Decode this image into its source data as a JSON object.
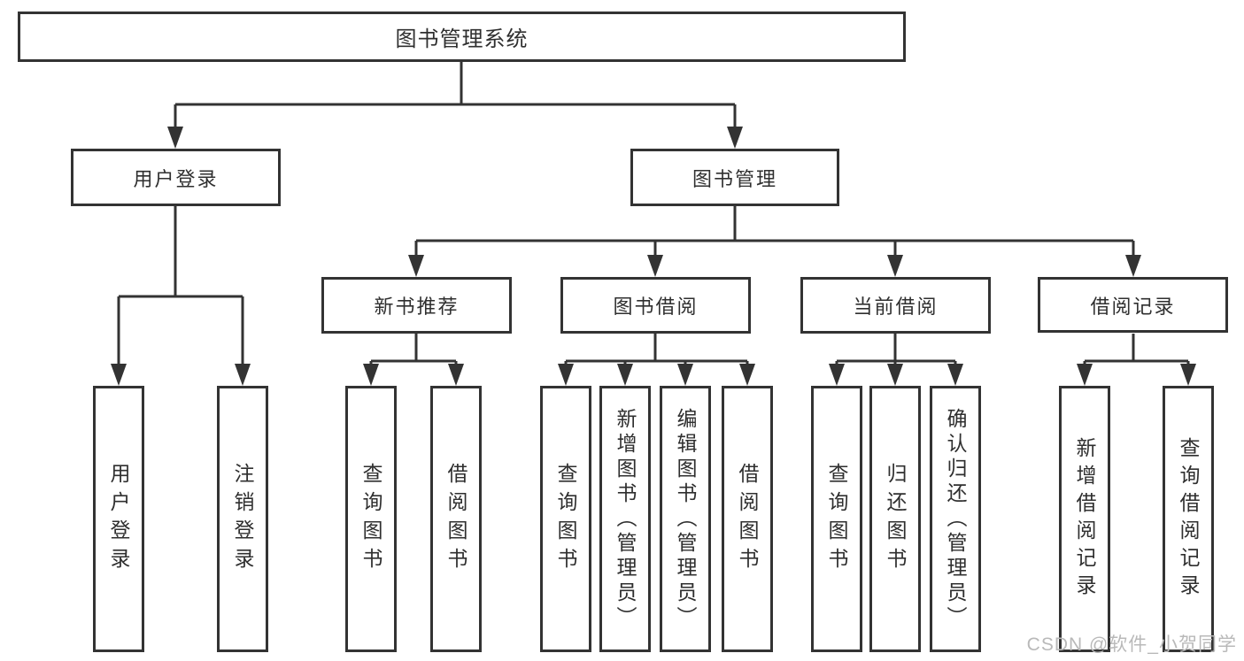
{
  "tree": {
    "root": "图书管理系统",
    "branches": [
      {
        "label": "用户登录",
        "children": [
          "用户登录",
          "注销登录"
        ]
      },
      {
        "label": "图书管理",
        "children": [
          {
            "label": "新书推荐",
            "children": [
              "查询图书",
              "借阅图书"
            ]
          },
          {
            "label": "图书借阅",
            "children": [
              "查询图书",
              "新增图书（管理员）",
              "编辑图书（管理员）",
              "借阅图书"
            ]
          },
          {
            "label": "当前借阅",
            "children": [
              "查询图书",
              "归还图书",
              "确认归还（管理员）"
            ]
          },
          {
            "label": "借阅记录",
            "children": [
              "新增借阅记录",
              "查询借阅记录"
            ]
          }
        ]
      }
    ]
  },
  "watermark": "CSDN @软件_小贺同学",
  "colors": {
    "line": "#333333",
    "text": "#2f2f2f",
    "background": "#ffffff",
    "watermark": "#b9b9b9"
  }
}
